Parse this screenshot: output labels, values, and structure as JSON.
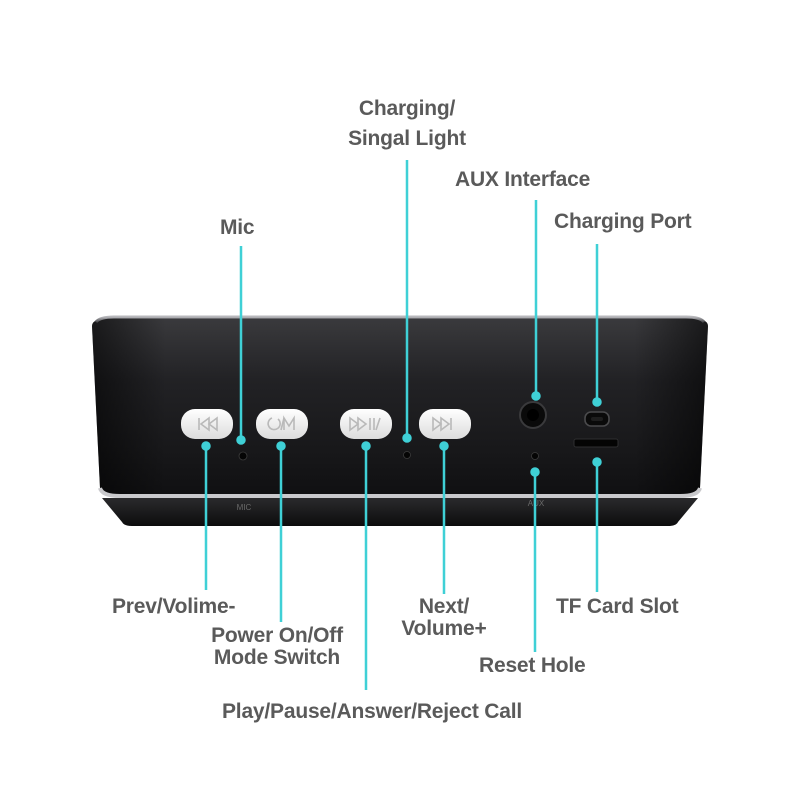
{
  "colors": {
    "leader": "#3fd0d6",
    "label_text": "#5a5a5a",
    "speaker_body": "#2b2b2e",
    "button": "#f2f2f2"
  },
  "labels": {
    "charging_light": [
      "Charging/",
      "Singal Light"
    ],
    "aux": "AUX Interface",
    "charging_port": "Charging Port",
    "mic": "Mic",
    "prev": "Prev/Volime-",
    "power": [
      "Power On/Off",
      "Mode Switch"
    ],
    "next": [
      "Next/",
      "Volume+"
    ],
    "tf": "TF Card Slot",
    "reset": "Reset Hole",
    "play": "Play/Pause/Answer/Reject Call"
  },
  "device_print": {
    "mic": "MIC",
    "aux": "AUX"
  },
  "icons": {
    "prev_button": "previous-track-icon",
    "power_button": "power-mode-icon",
    "play_button": "play-pause-icon",
    "next_button": "next-track-icon"
  }
}
